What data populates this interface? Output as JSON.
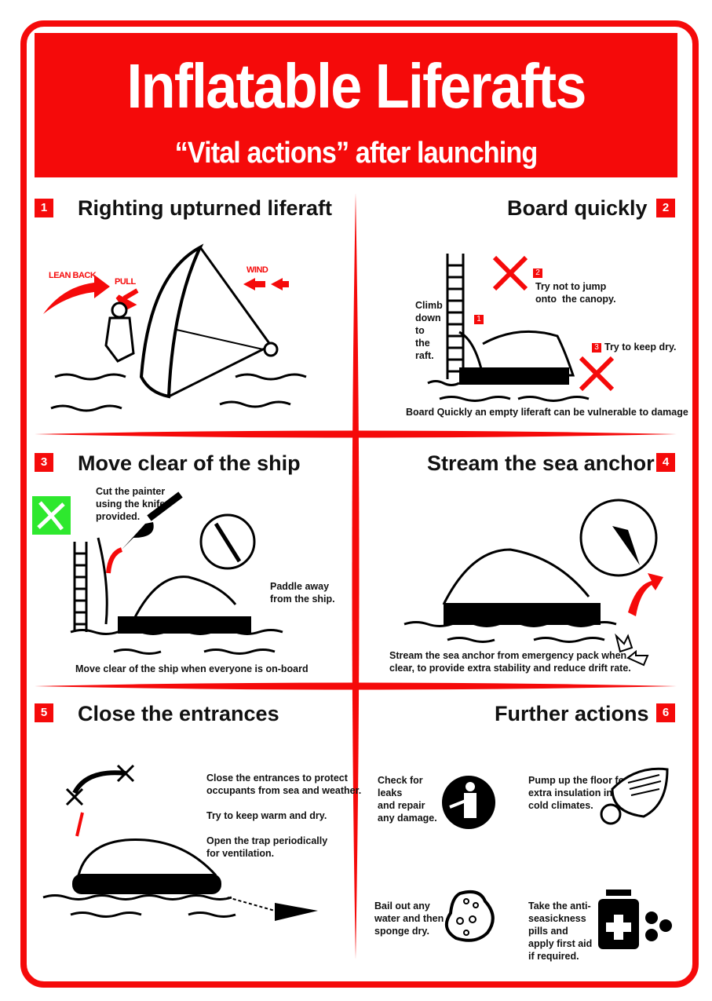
{
  "header": {
    "title": "Inflatable Liferafts",
    "subtitle": "“Vital actions” after launching"
  },
  "colors": {
    "accent": "#f50a0a",
    "green": "#2ee82e"
  },
  "panels": [
    {
      "number": "1",
      "heading": "Righting upturned liferaft",
      "labels": {
        "lean_back": "LEAN BACK",
        "pull": "PULL",
        "wind": "WIND"
      }
    },
    {
      "number": "2",
      "heading": "Board quickly",
      "climb": "Climb\ndown\nto\nthe\nraft.",
      "step1": "1",
      "step2": "2",
      "step2_text": "Try not to jump\nonto  the canopy.",
      "step3": "3",
      "step3_text": "Try to keep dry.",
      "caption": "Board Quickly an empty liferaft can be vulnerable to damage"
    },
    {
      "number": "3",
      "heading": "Move clear of the ship",
      "cut": "Cut the painter\nusing the knife\nprovided.",
      "paddle": "Paddle away\nfrom the ship.",
      "caption": "Move clear of the ship when everyone is on-board"
    },
    {
      "number": "4",
      "heading": "Stream the sea anchor",
      "caption": "Stream the sea anchor from emergency pack when\nclear, to provide extra stability and reduce drift rate."
    },
    {
      "number": "5",
      "heading": "Close the entrances",
      "text1": "Close the entrances to protect\noccupants from sea and weather.",
      "text2": "Try to keep warm and dry.",
      "text3": "Open the trap periodically\nfor ventilation."
    },
    {
      "number": "6",
      "heading": "Further actions",
      "leaks": "Check for\nleaks\nand repair\nany damage.",
      "pump": "Pump up the floor for\nextra insulation in\ncold climates.",
      "bail": "Bail out any\nwater and then\nsponge dry.",
      "pills": "Take the anti-\nseasickness\npills and\napply first aid\nif required."
    }
  ]
}
